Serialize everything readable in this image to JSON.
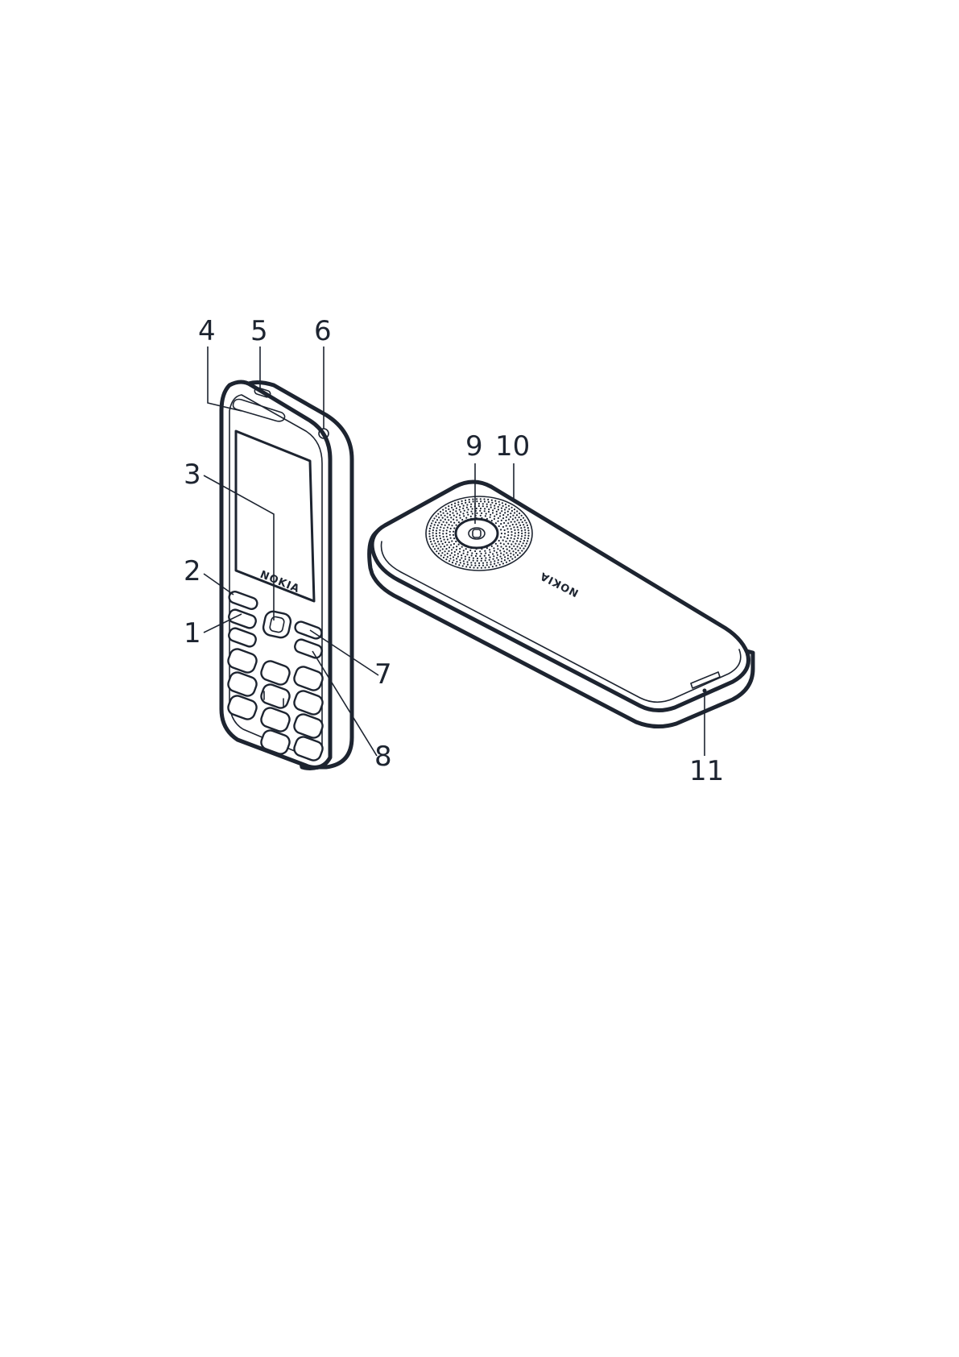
{
  "diagram": {
    "logo_text": "NOKIA",
    "stroke_color": "#1d2430",
    "callouts": [
      "1",
      "2",
      "3",
      "4",
      "5",
      "6",
      "7",
      "8",
      "9",
      "10",
      "11"
    ]
  }
}
